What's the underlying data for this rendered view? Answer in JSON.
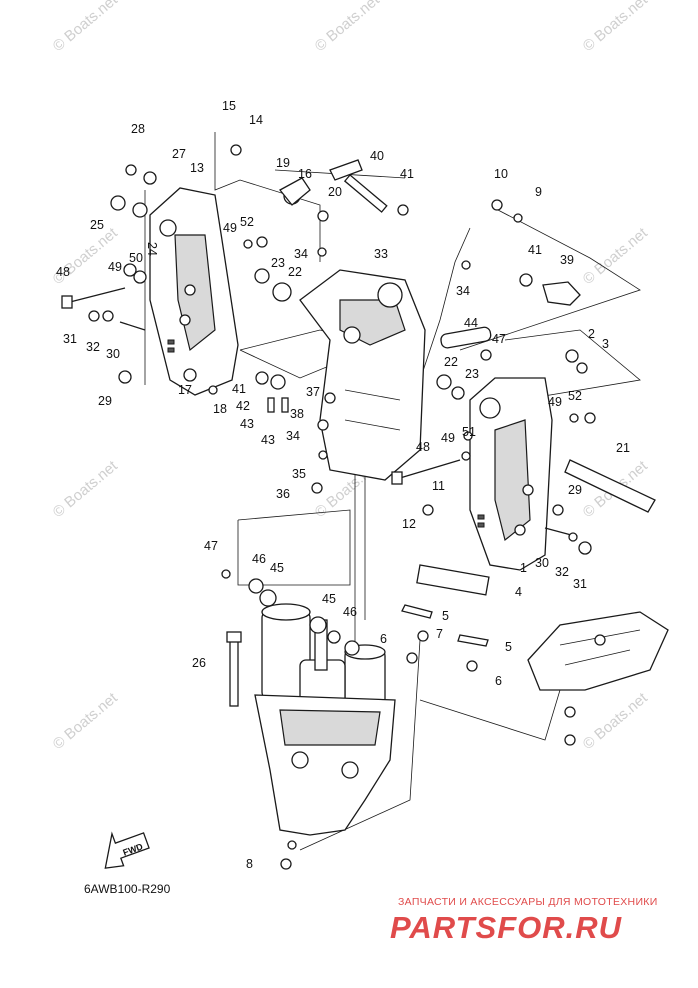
{
  "watermark": "© Boats.net",
  "diagram_code": "6AWB100-R290",
  "fwd_label": "FWD",
  "shop": {
    "tagline": "ЗАПЧАСТИ И АКСЕССУАРЫ ДЛЯ МОТОТЕХНИКИ",
    "name": "PARTSFOR.RU"
  },
  "callouts": [
    "1",
    "2",
    "3",
    "4",
    "5",
    "5",
    "6",
    "6",
    "7",
    "8",
    "9",
    "10",
    "11",
    "12",
    "13",
    "14",
    "15",
    "16",
    "17",
    "18",
    "19",
    "20",
    "21",
    "22",
    "22",
    "23",
    "23",
    "24",
    "25",
    "26",
    "27",
    "28",
    "29",
    "29",
    "30",
    "30",
    "31",
    "31",
    "32",
    "32",
    "33",
    "34",
    "34",
    "34",
    "35",
    "36",
    "37",
    "38",
    "39",
    "40",
    "41",
    "41",
    "41",
    "42",
    "43",
    "43",
    "44",
    "45",
    "45",
    "46",
    "46",
    "47",
    "47",
    "48",
    "48",
    "49",
    "49",
    "49",
    "49",
    "50",
    "51",
    "52",
    "52"
  ],
  "icons": {
    "fwd_arrow": "fwd-arrow-icon"
  }
}
